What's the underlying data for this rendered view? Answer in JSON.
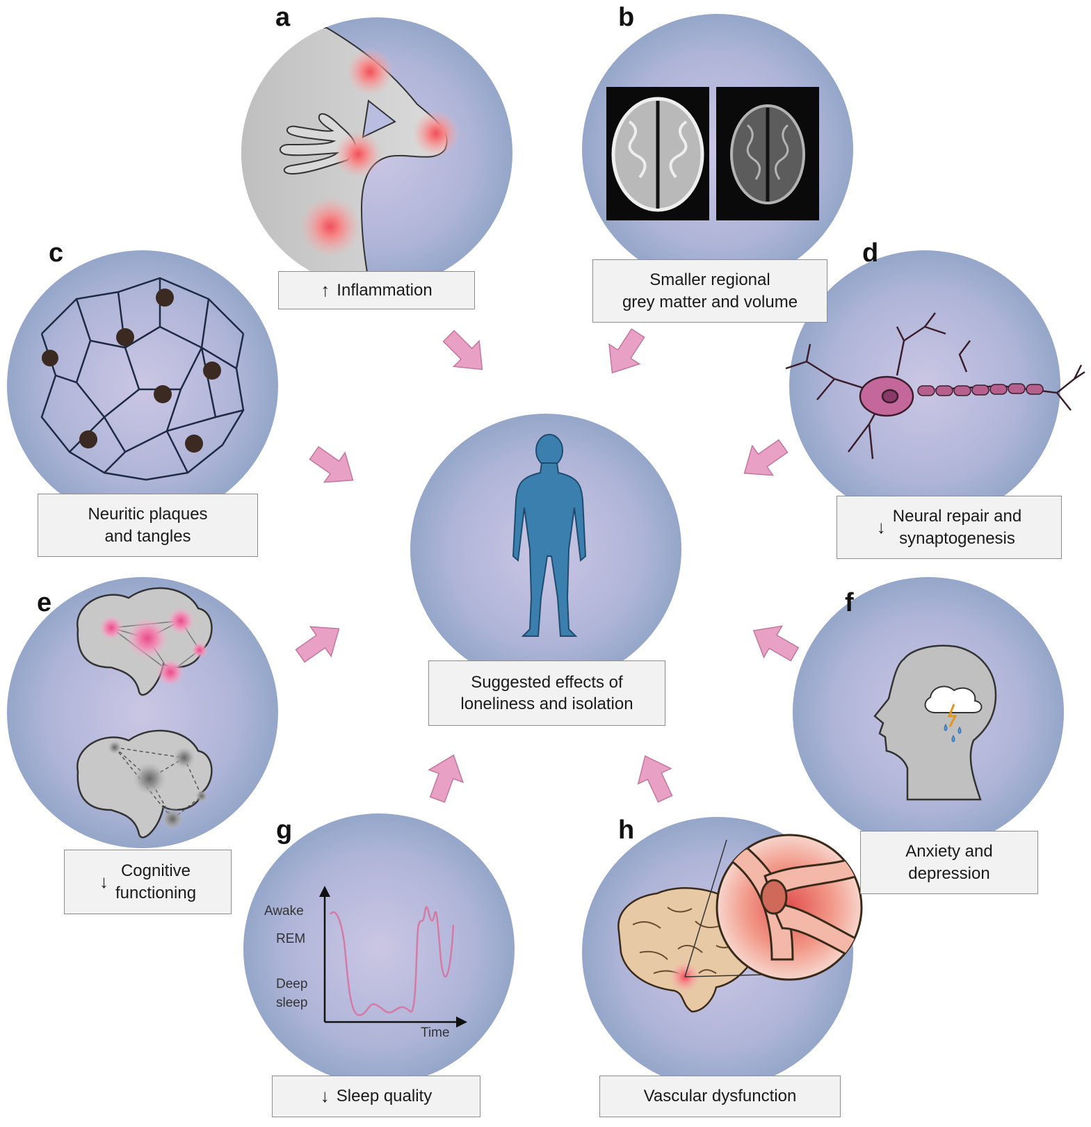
{
  "center": {
    "label_line1": "Suggested effects of",
    "label_line2": "loneliness and isolation"
  },
  "panels": {
    "a": {
      "letter": "a",
      "arrow": "↑",
      "label": "Inflammation"
    },
    "b": {
      "letter": "b",
      "label_line1": "Smaller regional",
      "label_line2": "grey matter and volume"
    },
    "c": {
      "letter": "c",
      "label_line1": "Neuritic plaques",
      "label_line2": "and tangles"
    },
    "d": {
      "letter": "d",
      "arrow": "↓",
      "label_line1": "Neural repair and",
      "label_line2": "synaptogenesis"
    },
    "e": {
      "letter": "e",
      "arrow": "↓",
      "label_line1": "Cognitive",
      "label_line2": "functioning"
    },
    "f": {
      "letter": "f",
      "label_line1": "Anxiety and",
      "label_line2": "depression"
    },
    "g": {
      "letter": "g",
      "arrow": "↓",
      "label": "Sleep quality",
      "axis": {
        "y_ticks": [
          "Awake",
          "REM",
          "Deep",
          "sleep"
        ],
        "x_label": "Time"
      }
    },
    "h": {
      "letter": "h",
      "label": "Vascular dysfunction"
    }
  },
  "colors": {
    "circle_edge": "#94a6c9",
    "circle_center": "#c8c4e2",
    "arrow_pink": "#e8a0c4",
    "figure_blue": "#3a7fae",
    "neuron_pink": "#c4679a",
    "inflammation_red": "#f05a5a"
  }
}
